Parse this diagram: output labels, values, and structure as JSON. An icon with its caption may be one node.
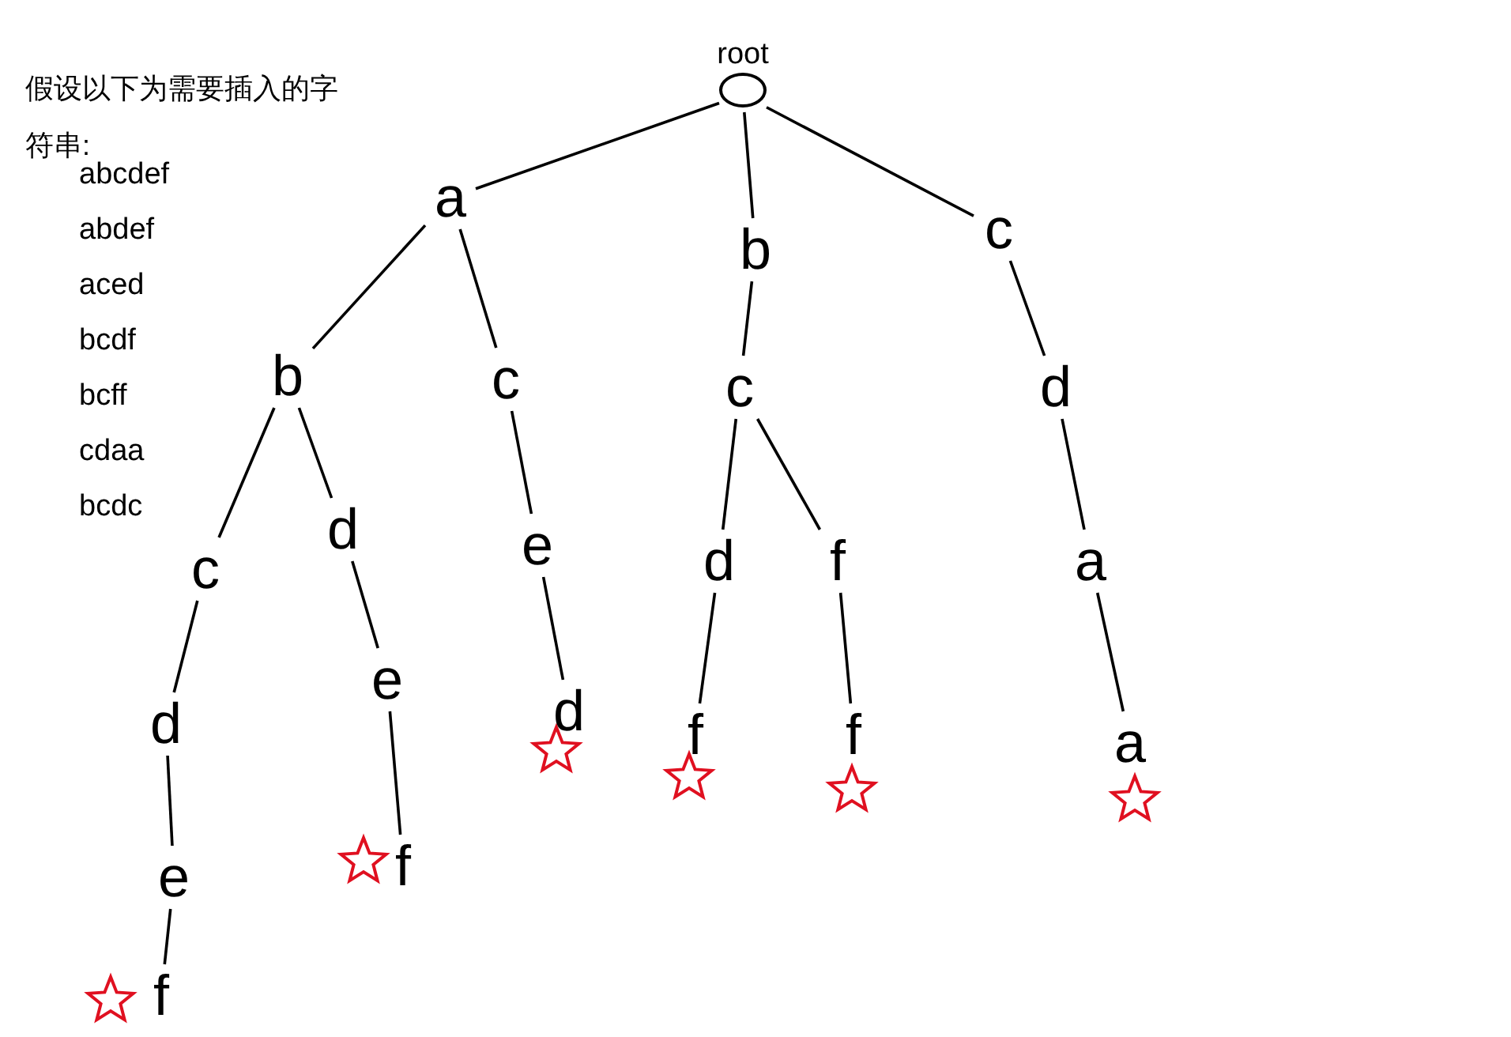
{
  "diagram": {
    "nodes": [
      {
        "text": [
          "root"
        ]
      },
      {
        "text": [
          "a"
        ]
      },
      {
        "text": [
          "b"
        ]
      },
      {
        "text": [
          "c"
        ]
      },
      {
        "text": [
          "b"
        ]
      },
      {
        "text": [
          "c"
        ]
      },
      {
        "text": [
          "c"
        ]
      },
      {
        "text": [
          "d"
        ]
      },
      {
        "text": [
          "c"
        ]
      },
      {
        "text": [
          "d"
        ]
      },
      {
        "text": [
          "e"
        ]
      },
      {
        "text": [
          "d"
        ]
      },
      {
        "text": [
          "f"
        ]
      },
      {
        "text": [
          "a"
        ]
      },
      {
        "text": [
          "d"
        ]
      },
      {
        "text": [
          "e"
        ]
      },
      {
        "text": [
          "d"
        ]
      },
      {
        "text": [
          "f"
        ]
      },
      {
        "text": [
          "f"
        ]
      },
      {
        "text": [
          "a"
        ]
      },
      {
        "text": [
          "e"
        ]
      },
      {
        "text": [
          "f"
        ]
      },
      {
        "text": [
          "f"
        ]
      }
    ],
    "edges": [
      {
        "from": 0,
        "to": 1,
        "arrow": "none"
      },
      {
        "from": 0,
        "to": 2,
        "arrow": "none"
      },
      {
        "from": 0,
        "to": 3,
        "arrow": "none"
      },
      {
        "from": 1,
        "to": 4,
        "arrow": "none"
      },
      {
        "from": 1,
        "to": 5,
        "arrow": "none"
      },
      {
        "from": 2,
        "to": 6,
        "arrow": "none"
      },
      {
        "from": 3,
        "to": 7,
        "arrow": "none"
      },
      {
        "from": 4,
        "to": 8,
        "arrow": "none"
      },
      {
        "from": 4,
        "to": 9,
        "arrow": "none"
      },
      {
        "from": 5,
        "to": 10,
        "arrow": "none"
      },
      {
        "from": 6,
        "to": 11,
        "arrow": "none"
      },
      {
        "from": 6,
        "to": 12,
        "arrow": "none"
      },
      {
        "from": 7,
        "to": 13,
        "arrow": "none"
      },
      {
        "from": 8,
        "to": 14,
        "arrow": "none"
      },
      {
        "from": 9,
        "to": 15,
        "arrow": "none"
      },
      {
        "from": 10,
        "to": 16,
        "arrow": "none"
      },
      {
        "from": 11,
        "to": 17,
        "arrow": "none"
      },
      {
        "from": 12,
        "to": 18,
        "arrow": "none"
      },
      {
        "from": 13,
        "to": 19,
        "arrow": "none"
      },
      {
        "from": 14,
        "to": 20,
        "arrow": "none"
      },
      {
        "from": 15,
        "to": 21,
        "arrow": "none"
      },
      {
        "from": 20,
        "to": 22,
        "arrow": "none"
      }
    ],
    "labels": [
      "假设以下为需要插入的字符串:",
      "abcdef",
      "abdef",
      "aced",
      "bcdf",
      "bcff",
      "cdaa",
      "bcdc"
    ]
  }
}
